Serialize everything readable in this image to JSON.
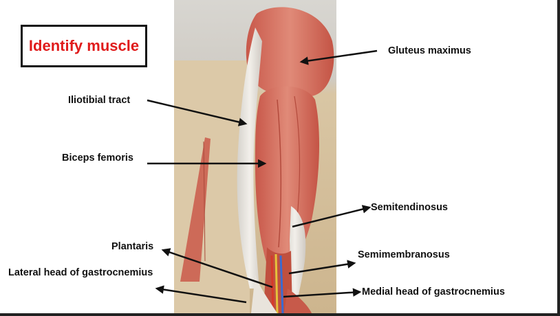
{
  "title": "Identify muscle",
  "labels": {
    "gluteus_maximus": "Gluteus maximus",
    "iliotibial_tract": "Iliotibial tract",
    "biceps_femoris": "Biceps femoris",
    "semitendinosus": "Semitendinosus",
    "plantaris": "Plantaris",
    "semimembranosus": "Semimembranosus",
    "lateral_head_gastrocnemius": "Lateral head of gastrocnemius",
    "medial_head_gastrocnemius": "Medial head of gastrocnemius"
  },
  "colors": {
    "title_text": "#e01b1b",
    "muscle": "#d96f5e",
    "tendon": "#e9e4dc",
    "background_wood": "#dcc9a8",
    "arrow": "#111111"
  }
}
